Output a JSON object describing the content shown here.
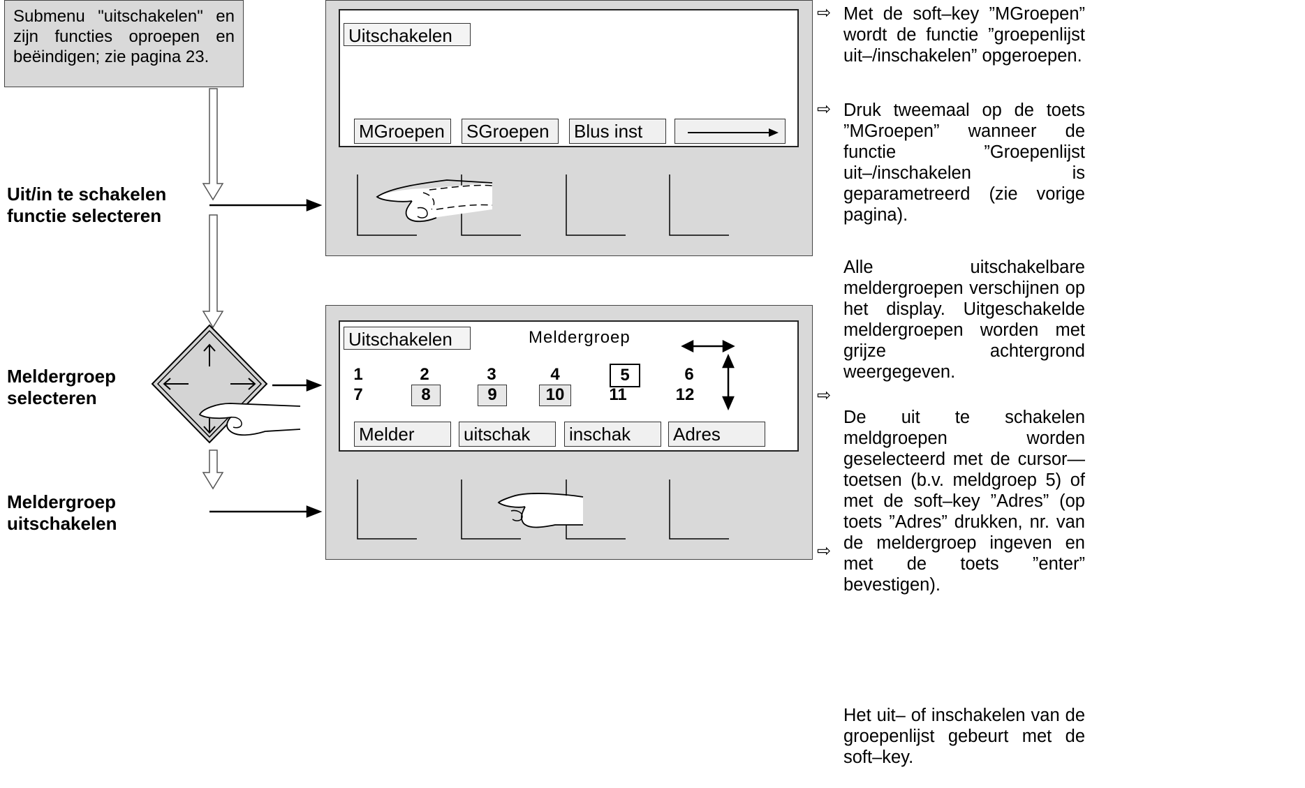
{
  "note": "Submenu \"uitschakelen\" en zijn functies oproepen en beëindigen; zie pagina 23.",
  "steps": {
    "select_function": [
      "Uit/in te schakelen",
      "functie selecteren"
    ],
    "select_group": [
      "Meldergroep",
      "selecteren"
    ],
    "disable_group": [
      "Meldergroep",
      "uitschakelen"
    ]
  },
  "screen1": {
    "title": "Uitschakelen",
    "softkeys": [
      "MGroepen",
      "SGroepen",
      "Blus inst"
    ]
  },
  "screen2": {
    "title": "Uitschakelen",
    "subtitle": "Meldergroep",
    "row1": [
      "1",
      "2",
      "3",
      "4",
      "5",
      "6"
    ],
    "row2": [
      "7",
      "8",
      "9",
      "10",
      "11",
      "12"
    ],
    "softkeys": [
      "Melder",
      "uitschak",
      "inschak",
      "Adres"
    ]
  },
  "right": {
    "p1": "Met de soft–key ”MGroepen” wordt de functie ”groepenlijst uit–/inschakelen” opgeroepen.",
    "p2": "Druk tweemaal op de toets ”MGroepen” wanneer de functie ”Groepenlijst uit–/inschakelen is geparametreerd (zie vorige pagina).",
    "p3": "Alle uitschakelbare meldergroepen verschijnen op het display. Uitgeschakelde meldergroepen worden met grijze achtergrond weergegeven.",
    "p4": "De uit te schakelen meldgroepen worden geselecteerd met de cursor—toetsen (b.v. meldgroep 5) of met de soft–key ”Adres” (op toets ”Adres” drukken, nr. van de meldergroep ingeven en met de toets ”enter” bevestigen).",
    "p5": "Het uit– of inschakelen van de groepenlijst gebeurt met de soft–key.",
    "arrow": "⇨"
  }
}
